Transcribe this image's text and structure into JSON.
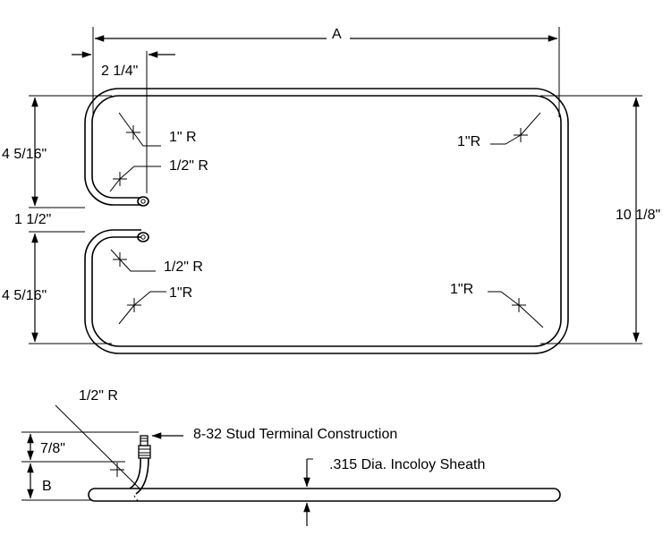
{
  "plan_view": {
    "dim_a": "A",
    "dim_return_leg": "2 1/4\"",
    "dim_upper_leg": "4 5/16\"",
    "dim_gap": "1 1/2\"",
    "dim_lower_leg": "4 5/16\"",
    "dim_overall_height": "10 1/8\"",
    "radius_top_left_outer": "1\" R",
    "radius_top_left_inner": "1/2\" R",
    "radius_top_right": "1\"R",
    "radius_bottom_left_inner": "1/2\" R",
    "radius_bottom_left_outer": "1\"R",
    "radius_bottom_right": "1\"R"
  },
  "side_view": {
    "radius_label": "1/2\" R",
    "terminal_label": "8-32 Stud Terminal Construction",
    "sheath_label": ".315 Dia. Incoloy Sheath",
    "dim_terminal_height": "7/8\"",
    "dim_b": "B"
  }
}
